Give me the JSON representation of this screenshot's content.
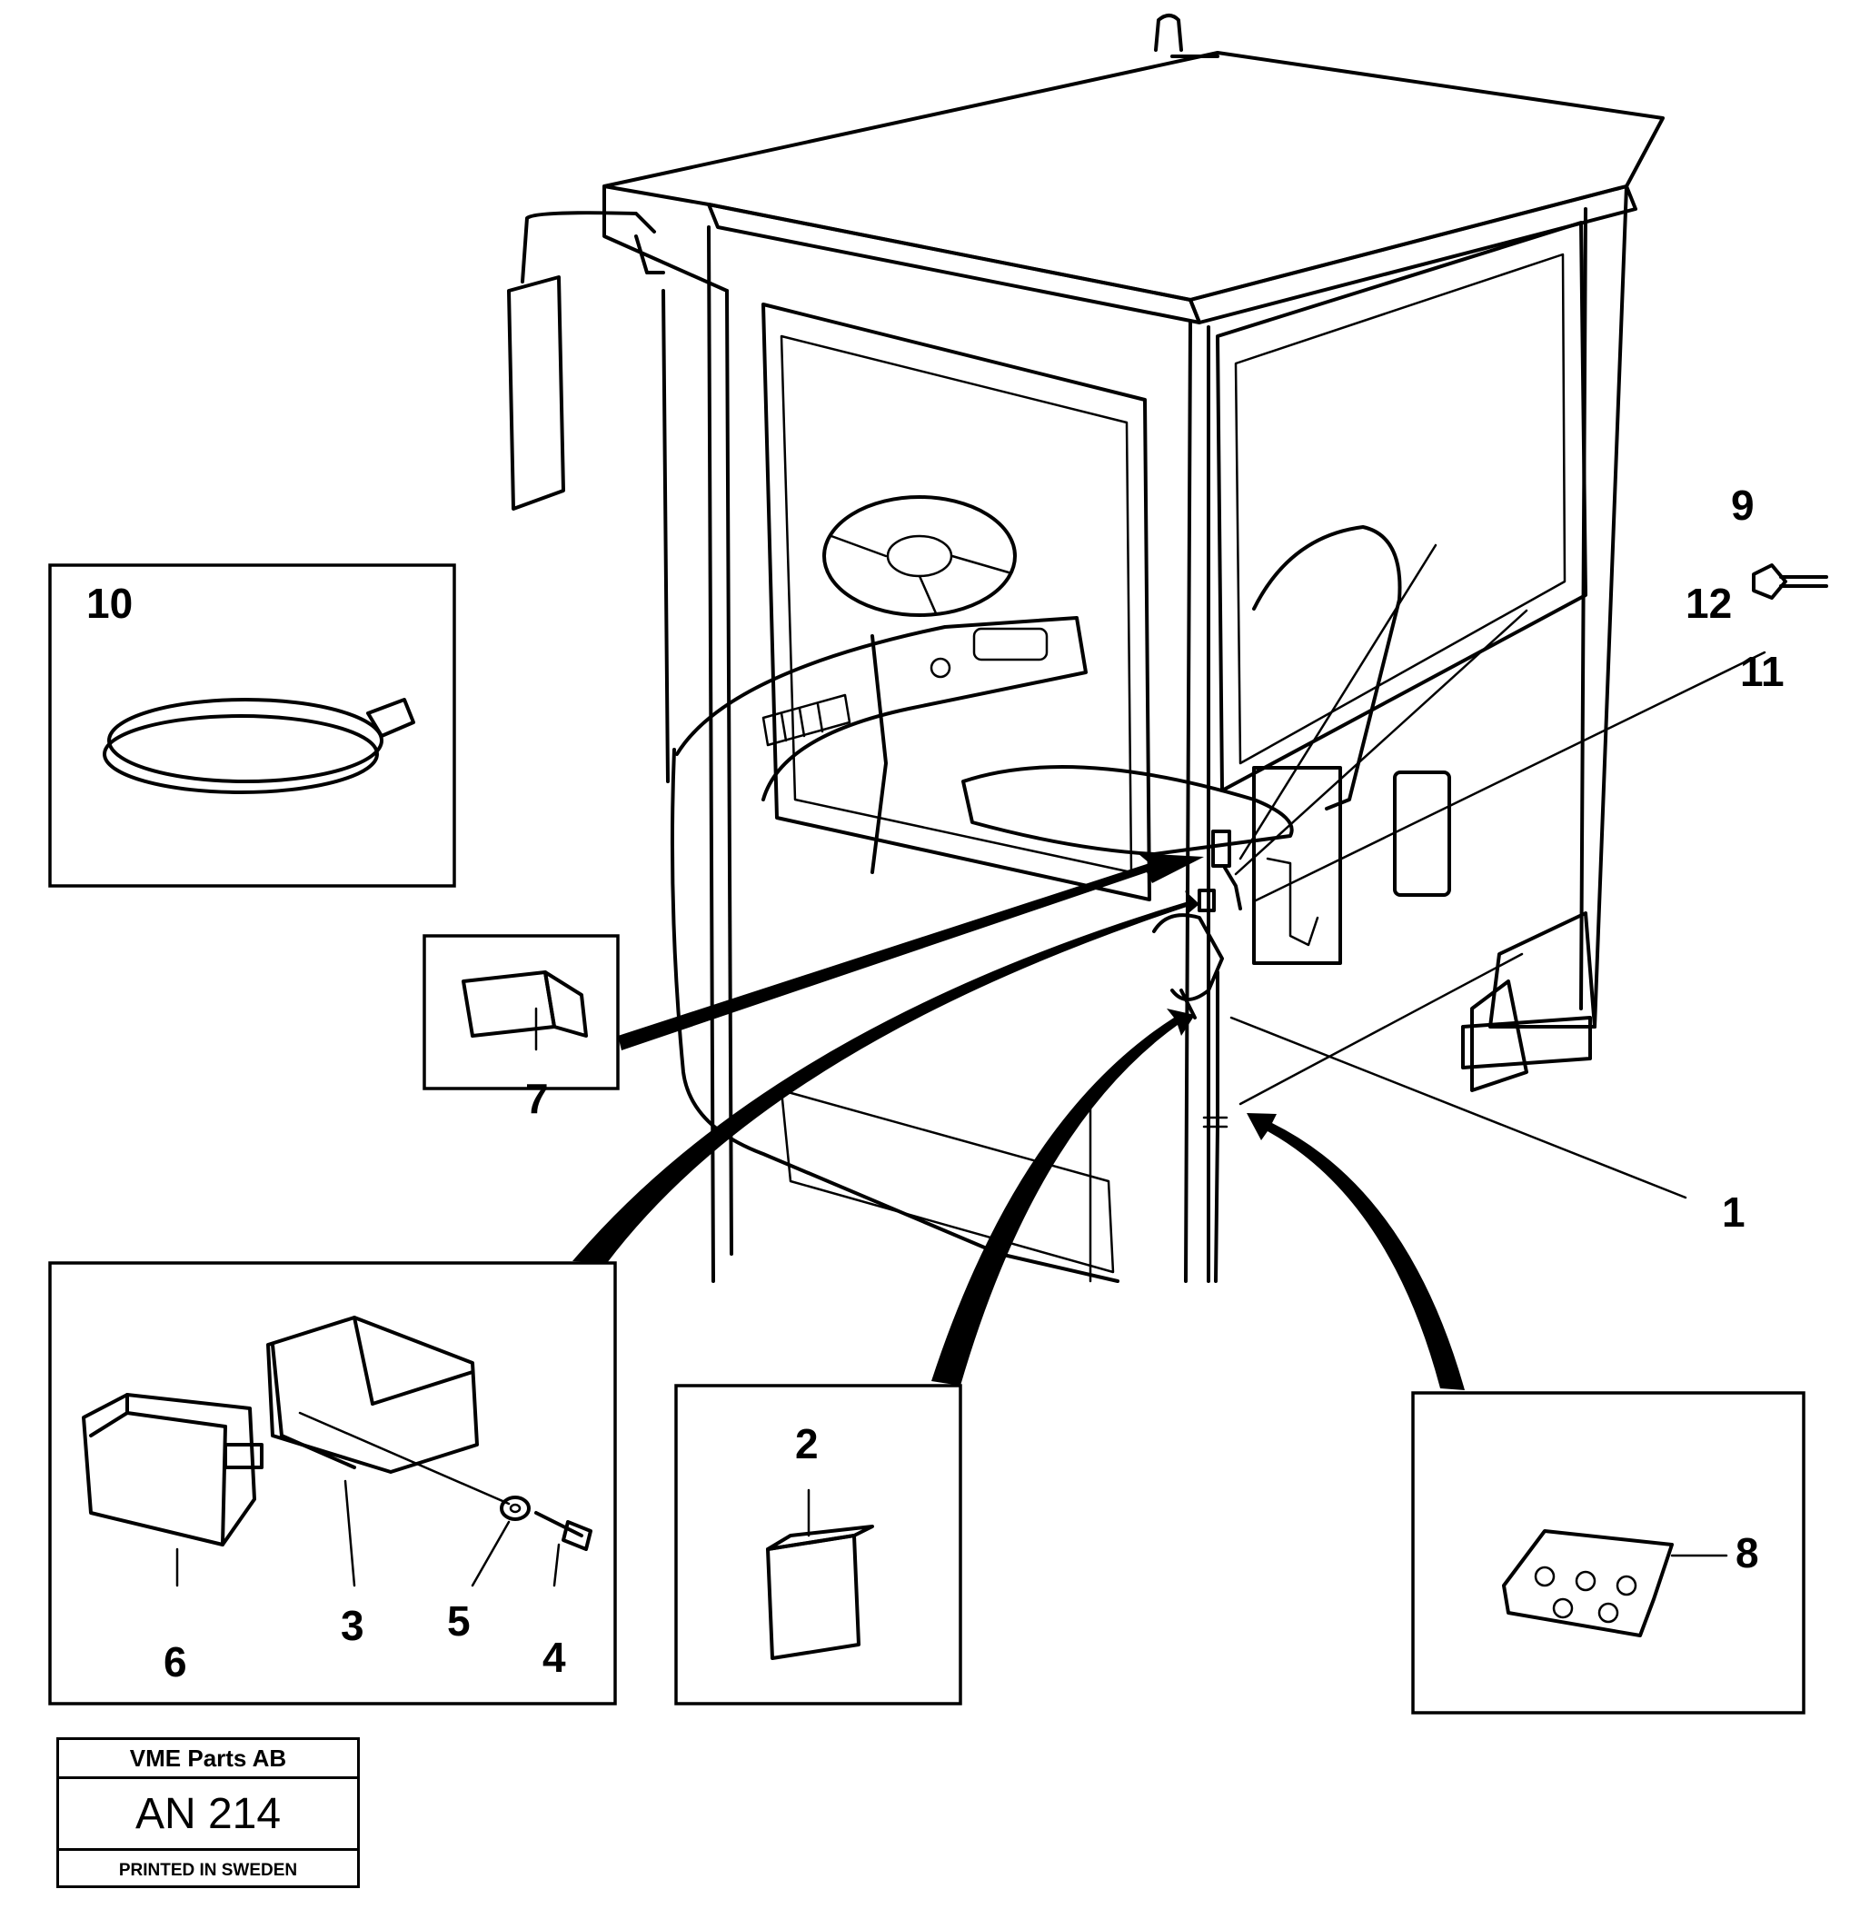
{
  "callouts": [
    "1",
    "2",
    "3",
    "4",
    "5",
    "6",
    "7",
    "8",
    "9",
    "10",
    "11",
    "12"
  ],
  "title_block": {
    "company": "VME Parts AB",
    "drawing_code": "AN 214",
    "printed": "PRINTED IN SWEDEN"
  }
}
